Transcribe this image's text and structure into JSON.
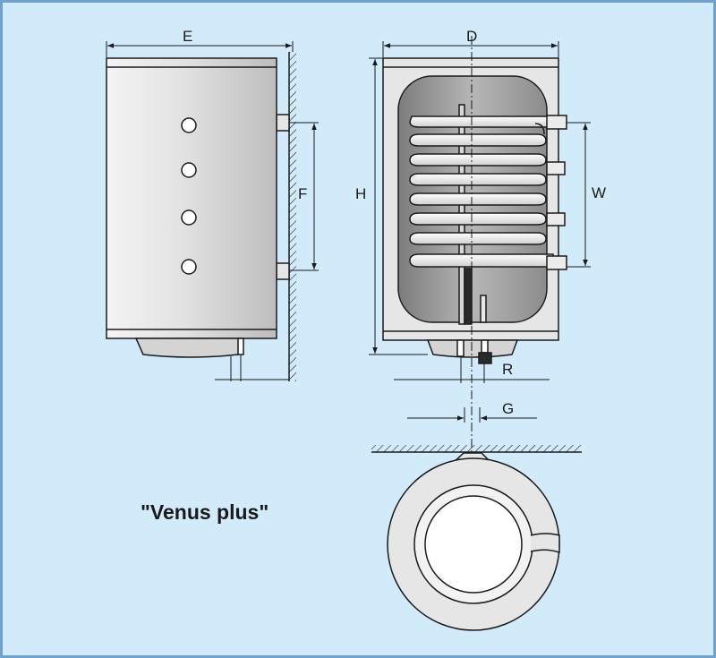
{
  "colors": {
    "background": "#d2ebfa",
    "border": "#6fa2cf",
    "tank_body": "#e0e0e0",
    "tank_inner": "#9a9a9a",
    "outline": "#1a1a1a"
  },
  "labels": {
    "E": "E",
    "D": "D",
    "H": "H",
    "F": "F",
    "W": "W",
    "R": "R",
    "G": "G"
  },
  "title": "\"Venus plus\""
}
